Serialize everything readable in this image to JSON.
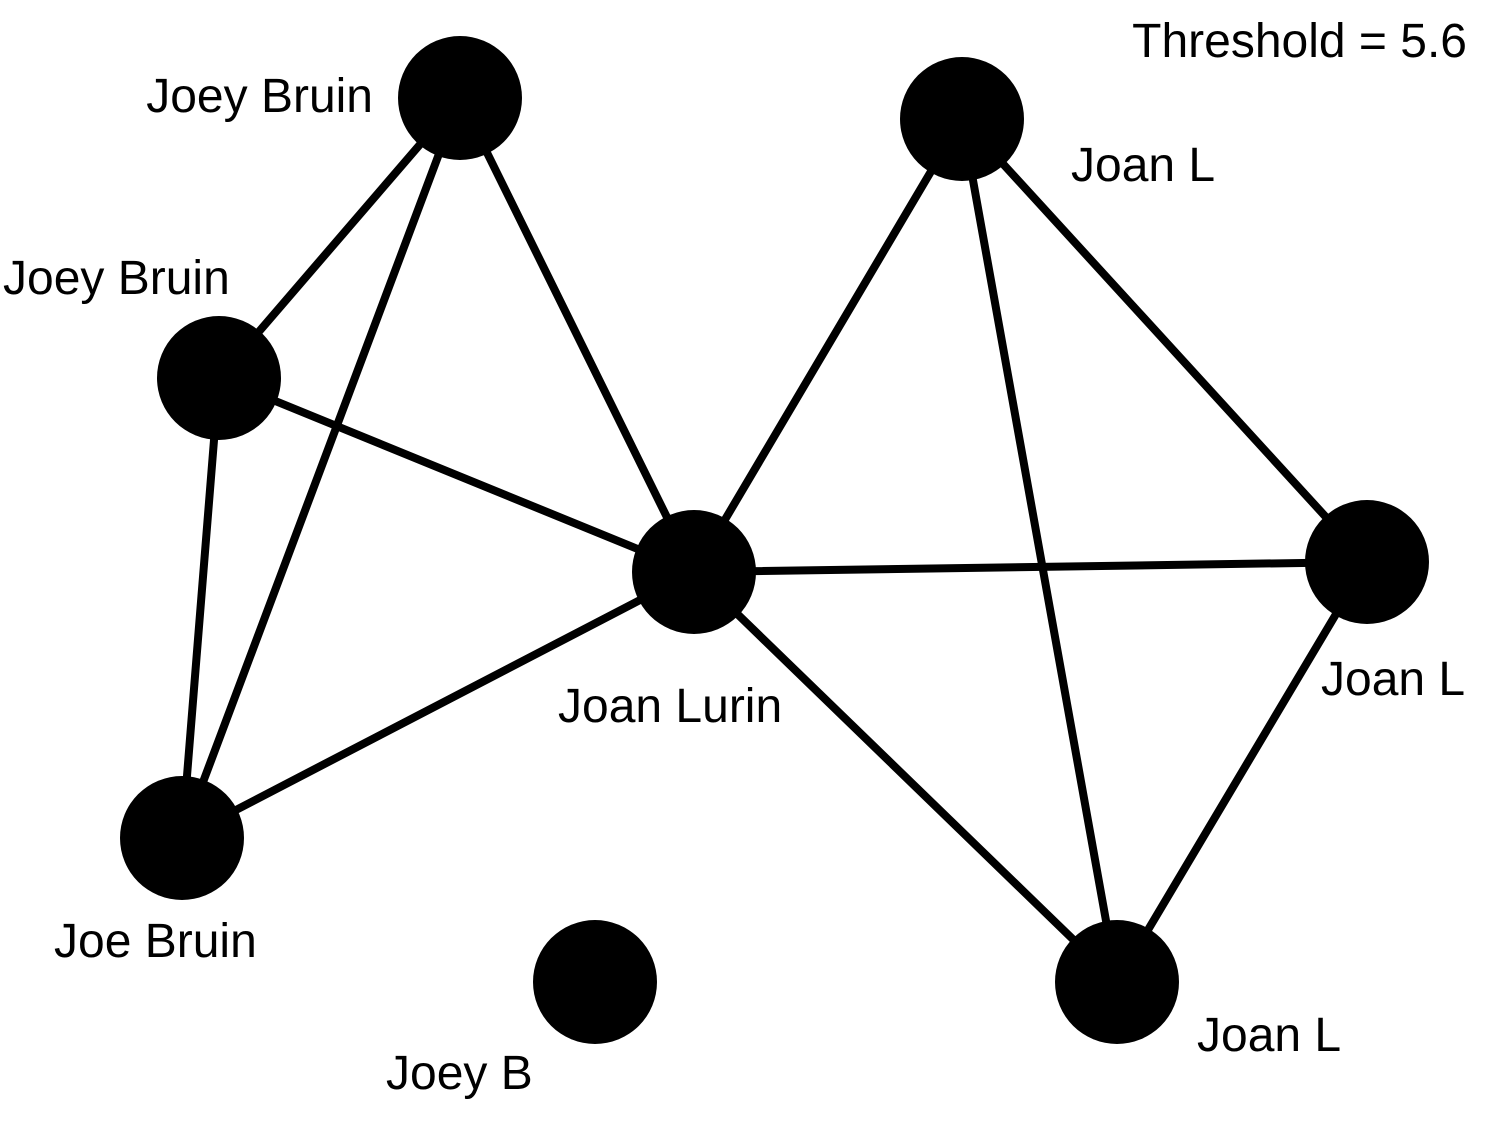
{
  "threshold_label": "Threshold = 5.6",
  "colors": {
    "node": "#000000",
    "edge": "#000000",
    "background": "#ffffff"
  },
  "nodes": [
    {
      "id": "n1",
      "label": "Joey Bruin"
    },
    {
      "id": "n2",
      "label": "Joey Bruin"
    },
    {
      "id": "n3",
      "label": "Joe Bruin"
    },
    {
      "id": "n4",
      "label": "Joan Lurin"
    },
    {
      "id": "n5",
      "label": "Joan L"
    },
    {
      "id": "n6",
      "label": "Joan L"
    },
    {
      "id": "n7",
      "label": "Joan L"
    },
    {
      "id": "n8",
      "label": "Joey B"
    }
  ],
  "edges": [
    [
      "n1",
      "n2"
    ],
    [
      "n1",
      "n3"
    ],
    [
      "n1",
      "n4"
    ],
    [
      "n2",
      "n3"
    ],
    [
      "n2",
      "n4"
    ],
    [
      "n3",
      "n4"
    ],
    [
      "n4",
      "n5"
    ],
    [
      "n4",
      "n6"
    ],
    [
      "n4",
      "n7"
    ],
    [
      "n5",
      "n6"
    ],
    [
      "n5",
      "n7"
    ],
    [
      "n6",
      "n7"
    ]
  ]
}
